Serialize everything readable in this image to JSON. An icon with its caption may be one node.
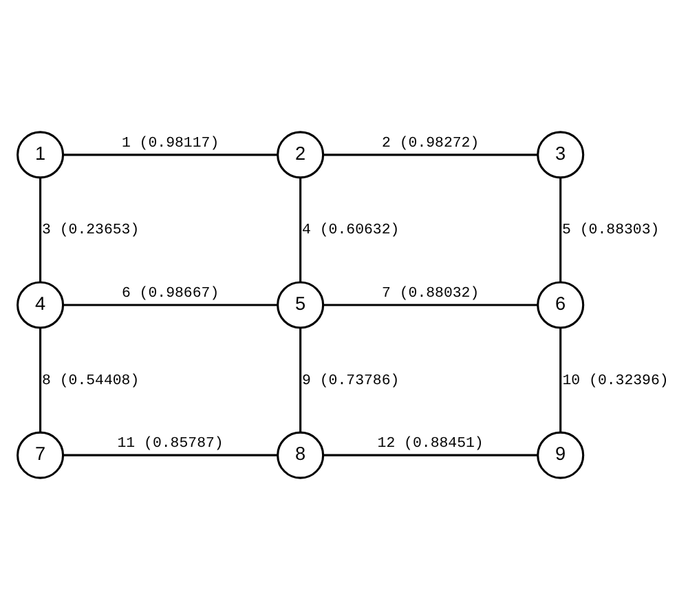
{
  "diagram": {
    "nodes": [
      {
        "text": [
          "1"
        ]
      },
      {
        "text": [
          "2"
        ]
      },
      {
        "text": [
          "3"
        ]
      },
      {
        "text": [
          "4"
        ]
      },
      {
        "text": [
          "5"
        ]
      },
      {
        "text": [
          "6"
        ]
      },
      {
        "text": [
          "7"
        ]
      },
      {
        "text": [
          "8"
        ]
      },
      {
        "text": [
          "9"
        ]
      }
    ],
    "edges": [
      {
        "from": 0,
        "to": 1,
        "arrow": "none",
        "label": "1 (0.98117)"
      },
      {
        "from": 1,
        "to": 2,
        "arrow": "none",
        "label": "2 (0.98272)"
      },
      {
        "from": 0,
        "to": 3,
        "arrow": "none",
        "label": "3 (0.23653)"
      },
      {
        "from": 1,
        "to": 4,
        "arrow": "none",
        "label": "4 (0.60632)"
      },
      {
        "from": 2,
        "to": 5,
        "arrow": "none",
        "label": "5 (0.88303)"
      },
      {
        "from": 3,
        "to": 4,
        "arrow": "none",
        "label": "6 (0.98667)"
      },
      {
        "from": 4,
        "to": 5,
        "arrow": "none",
        "label": "7 (0.88032)"
      },
      {
        "from": 3,
        "to": 6,
        "arrow": "none",
        "label": "8 (0.54408)"
      },
      {
        "from": 4,
        "to": 7,
        "arrow": "none",
        "label": "9 (0.73786)"
      },
      {
        "from": 5,
        "to": 8,
        "arrow": "none",
        "label": "10 (0.32396)"
      },
      {
        "from": 6,
        "to": 7,
        "arrow": "none",
        "label": "11 (0.85787)"
      },
      {
        "from": 7,
        "to": 8,
        "arrow": "none",
        "label": "12 (0.88451)"
      }
    ]
  }
}
